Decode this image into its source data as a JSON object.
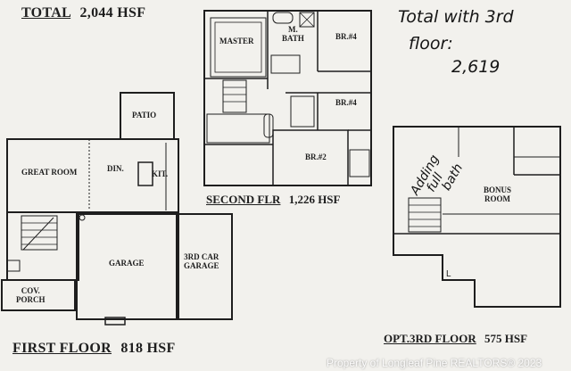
{
  "headers": {
    "total_label": "TOTAL",
    "total_value": "2,044 HSF",
    "second_label": "SECOND FLR",
    "second_value": "1,226 HSF",
    "first_label": "FIRST FLOOR",
    "first_value": "818 HSF",
    "third_label": "OPT.3RD FLOOR",
    "third_value": "575 HSF"
  },
  "note": {
    "line1": "Total with 3rd",
    "line2": "floor:",
    "line3": "2,619"
  },
  "rooms": {
    "patio": "PATIO",
    "great_room": "GREAT ROOM",
    "din": "DIN.",
    "kit": "KIT.",
    "garage": "GARAGE",
    "third_car_1": "3RD CAR",
    "third_car_2": "GARAGE",
    "cov_1": "COV.",
    "cov_2": "PORCH",
    "master": "MASTER",
    "m_bath_1": "M.",
    "m_bath_2": "BATH",
    "br4_a": "BR.#4",
    "br4_b": "BR.#4",
    "br2": "BR.#2",
    "bonus_1": "BONUS",
    "bonus_2": "ROOM"
  },
  "handwriting": {
    "adding_1": "Adding",
    "adding_2": "full",
    "adding_3": "bath",
    "l_mark": "L"
  },
  "watermark": "Property of Longleaf Pine REALTORS® 2023",
  "colors": {
    "ink": "#1e1e1e",
    "paper": "#f2f1ed"
  }
}
